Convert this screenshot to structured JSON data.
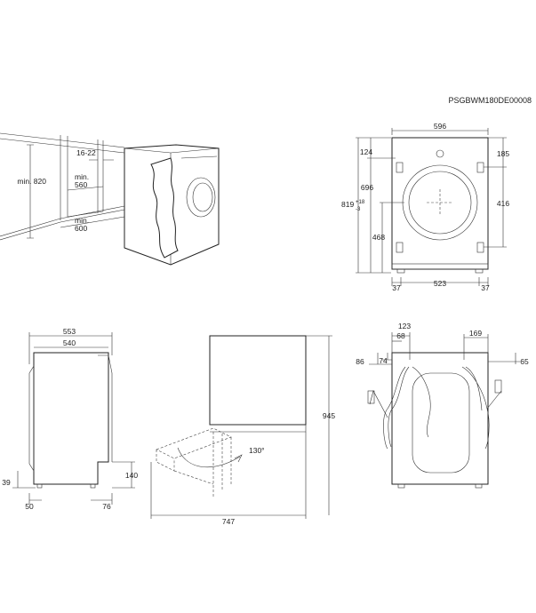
{
  "document_code": "PSGBWM180DE00008",
  "niche": {
    "height_label": "min. 820",
    "gap_label": "16-22",
    "depth_label": "min.\n560",
    "width_label": "min.\n600"
  },
  "front": {
    "width": "596",
    "top_to_knob": "124",
    "top_to_hinge": "696",
    "height": "819",
    "height_tol_plus": "+18",
    "height_tol_minus": "-3",
    "door_center": "468",
    "right_top": "185",
    "right_hinge": "416",
    "foot_left": "37",
    "foot_span": "523",
    "foot_right": "37"
  },
  "side": {
    "overall_depth": "553",
    "body_depth": "540",
    "foot_height": "39",
    "foot_offset_front": "50",
    "foot_offset_rear": "76",
    "step_height": "140"
  },
  "door": {
    "height": "945",
    "swing_depth": "747",
    "angle": "130°"
  },
  "rear": {
    "inlet_offset": "123",
    "outlet_offset": "68",
    "drain_offset": "169",
    "inlet_top": "86",
    "inlet_top2": "74",
    "drain_top": "65"
  }
}
